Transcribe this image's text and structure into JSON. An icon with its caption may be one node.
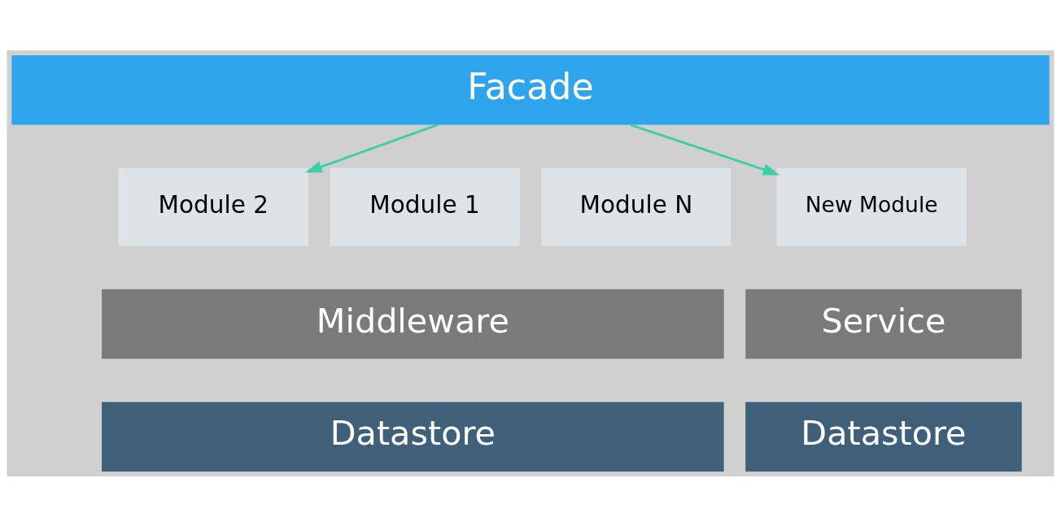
{
  "diagram": {
    "nodes": [
      {
        "text": [
          "Facade"
        ]
      },
      {
        "text": [
          "Module 1"
        ]
      },
      {
        "text": [
          "Module 2"
        ]
      },
      {
        "text": [
          "Module N"
        ]
      },
      {
        "text": [
          "New Module"
        ]
      },
      {
        "text": [
          "Middleware"
        ]
      },
      {
        "text": [
          "Service"
        ]
      },
      {
        "text": [
          "Datastore"
        ]
      },
      {
        "text": [
          "Datastore"
        ]
      }
    ],
    "edges": [
      {
        "from": 0,
        "to": 2,
        "arrow": "to"
      },
      {
        "from": 0,
        "to": 4,
        "arrow": "to"
      }
    ]
  }
}
